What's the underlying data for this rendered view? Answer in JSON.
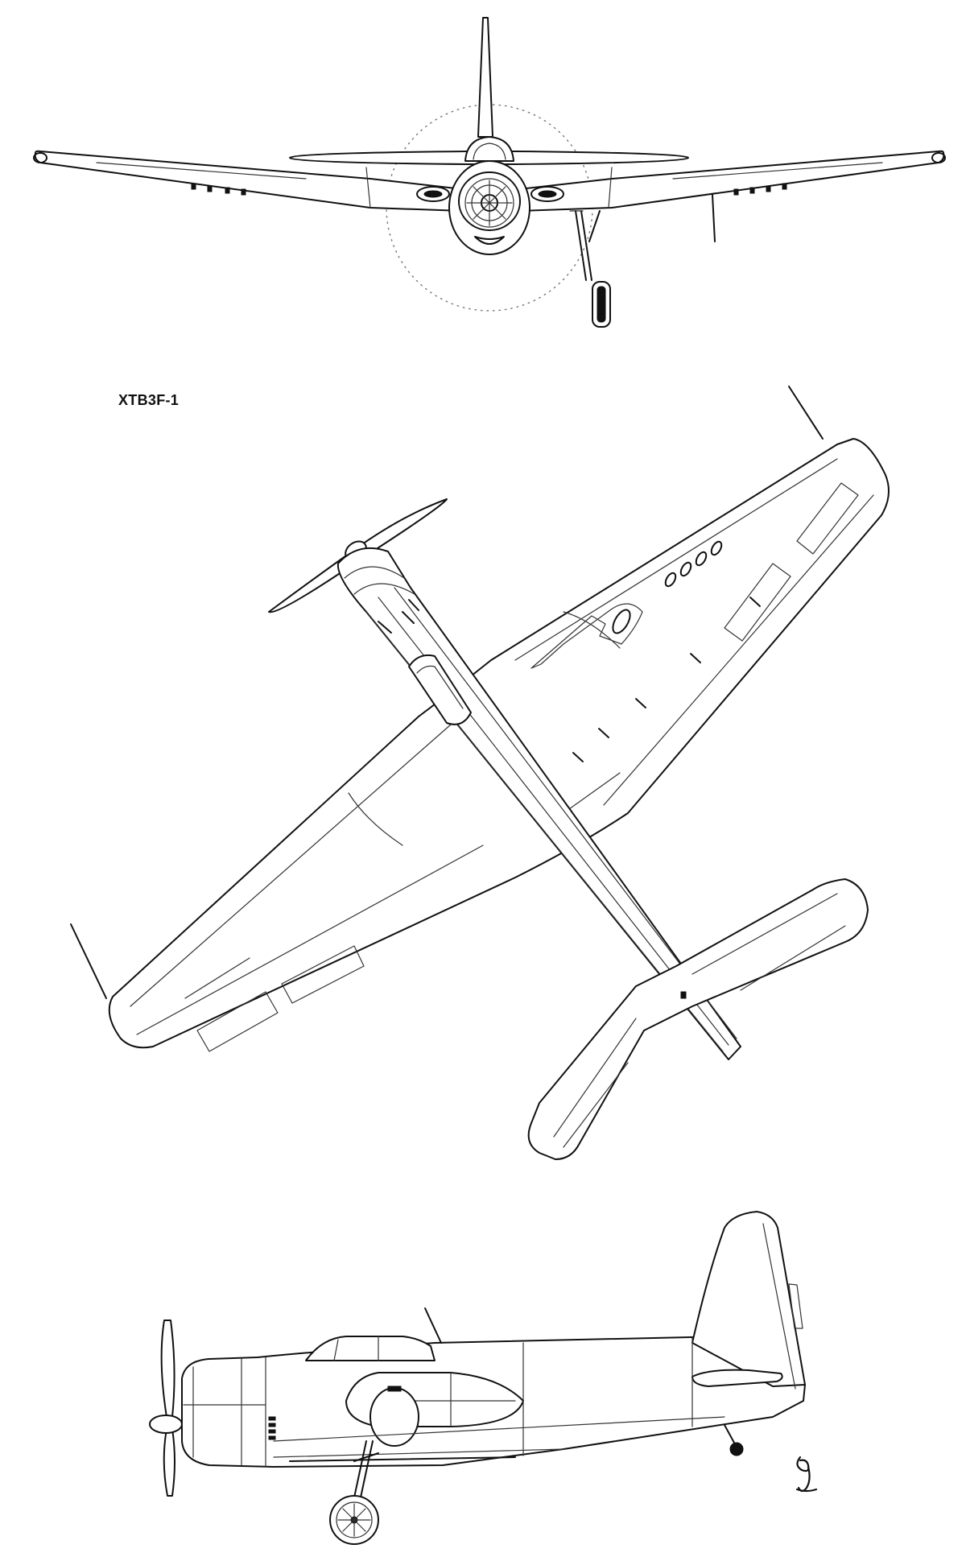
{
  "designation": "XTB3F-1",
  "colors": {
    "ink": "#111111",
    "paper": "#ffffff",
    "prop_arc": "#777777"
  },
  "views": [
    "front",
    "top",
    "side"
  ]
}
